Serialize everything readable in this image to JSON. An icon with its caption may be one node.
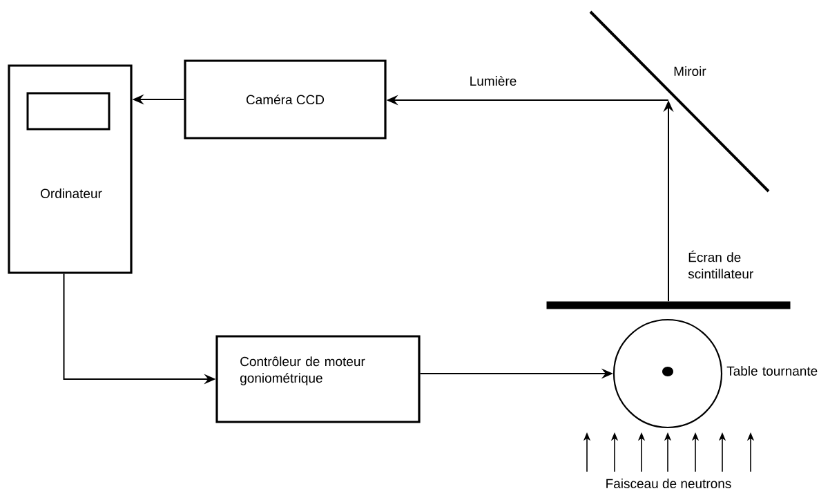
{
  "diagram": {
    "nodes": [
      {
        "text": [
          "Ordinateur"
        ]
      },
      {
        "text": [
          "Caméra CCD"
        ]
      },
      {
        "text": [
          "Miroir"
        ]
      },
      {
        "text": [],
        "shape": "bar",
        "beside": [
          "Écran de scintillateur"
        ]
      },
      {
        "text": [
          "Contrôleur de moteur goniométrique"
        ]
      },
      {
        "text": [],
        "shape": "circle",
        "beside": [
          "Table tournante"
        ]
      }
    ],
    "edges": [
      {
        "from": 1,
        "to": 0,
        "arrow": "to"
      },
      {
        "from": 2,
        "to": 1,
        "arrow": "to",
        "label": "Lumière"
      },
      {
        "from": 3,
        "to": 2,
        "arrow": "to"
      },
      {
        "from": 0,
        "to": 4,
        "arrow": "to"
      },
      {
        "from": 4,
        "to": 5,
        "arrow": "to"
      }
    ],
    "labels": [
      "Faisceau de neutrons"
    ]
  }
}
